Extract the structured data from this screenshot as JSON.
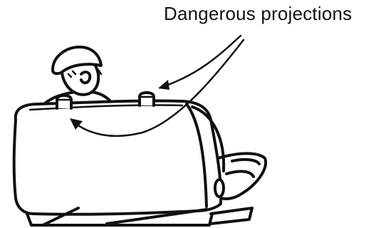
{
  "annotation": {
    "label": "Dangerous projections"
  },
  "colors": {
    "ink": "#111111",
    "background": "#ffffff"
  },
  "icons": {
    "person": "person-with-cap",
    "seat": "rear-bench-seat",
    "projection": "headrest-post",
    "arrow": "curved-arrow"
  }
}
